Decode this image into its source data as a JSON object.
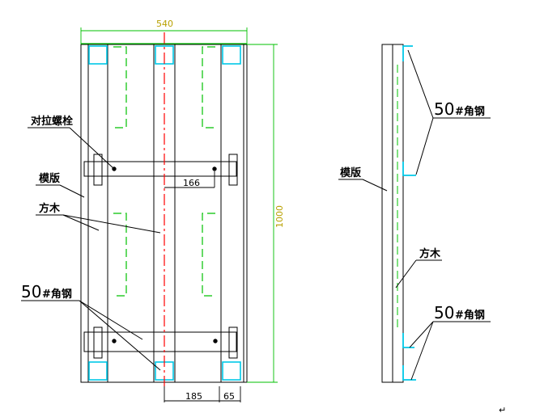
{
  "colors": {
    "outline": "#000000",
    "green": "#00c000",
    "cyan": "#00c8e8",
    "red": "#ff0000",
    "dimension_text": "#b8a000"
  },
  "front_view": {
    "dim_width": "540",
    "dim_height": "1000",
    "dim_bolt_offset": "166",
    "dim_bottom_1": "185",
    "dim_bottom_2": "65",
    "label_bolt": "对拉螺栓",
    "label_formwork": "模版",
    "label_timber": "方木",
    "label_angle_num": "50",
    "label_angle_text": "#角钢"
  },
  "side_view": {
    "label_formwork": "模版",
    "label_timber": "方木",
    "label_angle_top_num": "50",
    "label_angle_top_text": "#角钢",
    "label_angle_bottom_num": "50",
    "label_angle_bottom_text": "#角钢"
  },
  "page_mark": "↵"
}
